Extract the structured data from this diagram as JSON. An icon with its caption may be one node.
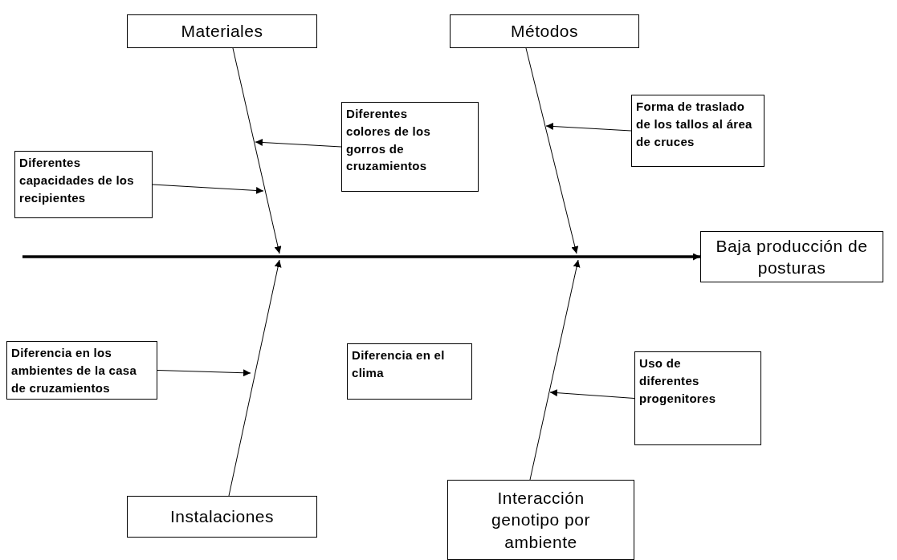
{
  "diagram": {
    "nodes": [
      {
        "text": [
          "Materiales"
        ]
      },
      {
        "text": [
          "Métodos"
        ]
      },
      {
        "text": [
          "Diferentes colores de los gorros de cruzamientos"
        ]
      },
      {
        "text": [
          "Diferentes capacidades de los recipientes"
        ]
      },
      {
        "text": [
          "Forma de traslado de los tallos al área de cruces"
        ]
      },
      {
        "text": [
          "Baja producción de posturas"
        ]
      },
      {
        "text": [
          "Diferencia en los ambientes de la casa de cruzamientos"
        ]
      },
      {
        "text": [
          "Diferencia en el clima"
        ]
      },
      {
        "text": [
          "Uso de diferentes progenitores"
        ]
      },
      {
        "text": [
          "Instalaciones"
        ]
      },
      {
        "text": [
          "Interacción genotipo por ambiente"
        ]
      }
    ],
    "edges": [
      {
        "from": null,
        "to": 5,
        "arrow": "to",
        "style": "thick"
      },
      {
        "from": 0,
        "to": null,
        "arrow": "to"
      },
      {
        "from": 1,
        "to": null,
        "arrow": "to"
      },
      {
        "from": 9,
        "to": null,
        "arrow": "to"
      },
      {
        "from": 10,
        "to": null,
        "arrow": "to"
      },
      {
        "from": 2,
        "to": null,
        "arrow": "to"
      },
      {
        "from": 3,
        "to": null,
        "arrow": "to"
      },
      {
        "from": 4,
        "to": null,
        "arrow": "to"
      },
      {
        "from": 6,
        "to": null,
        "arrow": "to"
      },
      {
        "from": 8,
        "to": null,
        "arrow": "to"
      }
    ]
  }
}
